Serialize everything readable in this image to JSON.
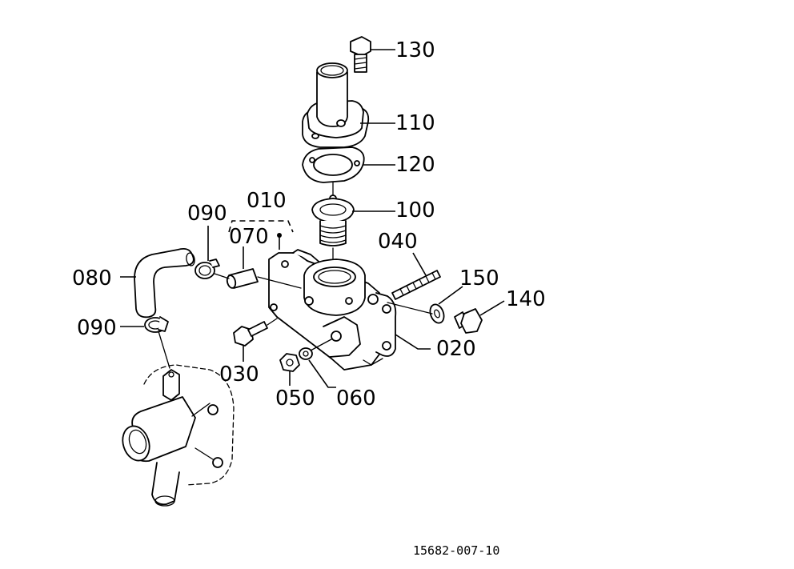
{
  "diagram": {
    "reference_code": "15682-007-10",
    "labels": {
      "p130": "130",
      "p110": "110",
      "p120": "120",
      "p100": "100",
      "p010": "010",
      "p090a": "090",
      "p070": "070",
      "p080": "080",
      "p090b": "090",
      "p040": "040",
      "p150": "150",
      "p140": "140",
      "p020": "020",
      "p030": "030",
      "p050": "050",
      "p060": "060"
    }
  }
}
